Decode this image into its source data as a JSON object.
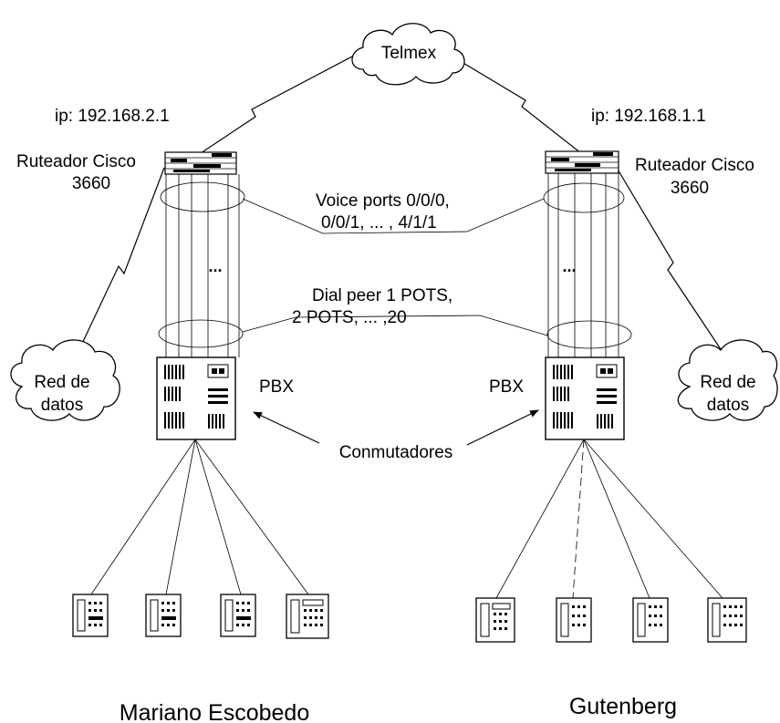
{
  "clouds": {
    "wan": "Telmex",
    "left_data_net": [
      "Red de",
      "datos"
    ],
    "right_data_net": [
      "Red de",
      "datos"
    ]
  },
  "left_site": {
    "ip": "ip: 192.168.2.1",
    "router": [
      "Ruteador Cisco",
      "3660"
    ],
    "pbx": "PBX",
    "name": "Mariano Escobedo",
    "ellipsis": "..."
  },
  "right_site": {
    "ip": "ip: 192.168.1.1",
    "router": [
      "Ruteador Cisco",
      "3660"
    ],
    "pbx": "PBX",
    "name": "Gutenberg",
    "ellipsis": "..."
  },
  "voice_ports": [
    "Voice ports 0/0/0,",
    "0/0/1, ... , 4/1/1"
  ],
  "dial_peers": [
    "Dial peer 1 POTS,",
    "2 POTS, ... ,20"
  ],
  "switches_label": "Conmutadores"
}
